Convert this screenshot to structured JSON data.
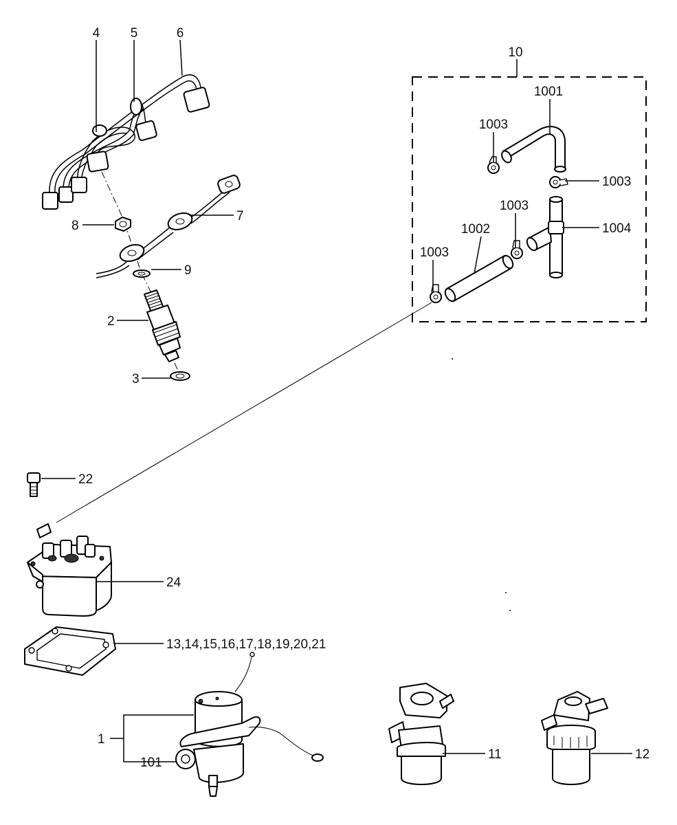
{
  "callouts": {
    "c4": "4",
    "c5": "5",
    "c6": "6",
    "c7": "7",
    "c8": "8",
    "c9": "9",
    "c2": "2",
    "c3": "3",
    "c10": "10",
    "c1001": "1001",
    "c1003a": "1003",
    "c1003b": "1003",
    "c1003c": "1003",
    "c1003d": "1003",
    "c1002": "1002",
    "c1004": "1004",
    "c22": "22",
    "c24": "24",
    "c13_21": "13,14,15,16,17,18,19,20,21",
    "c1": "1",
    "c101": "101",
    "c11": "11",
    "c12": "12"
  }
}
